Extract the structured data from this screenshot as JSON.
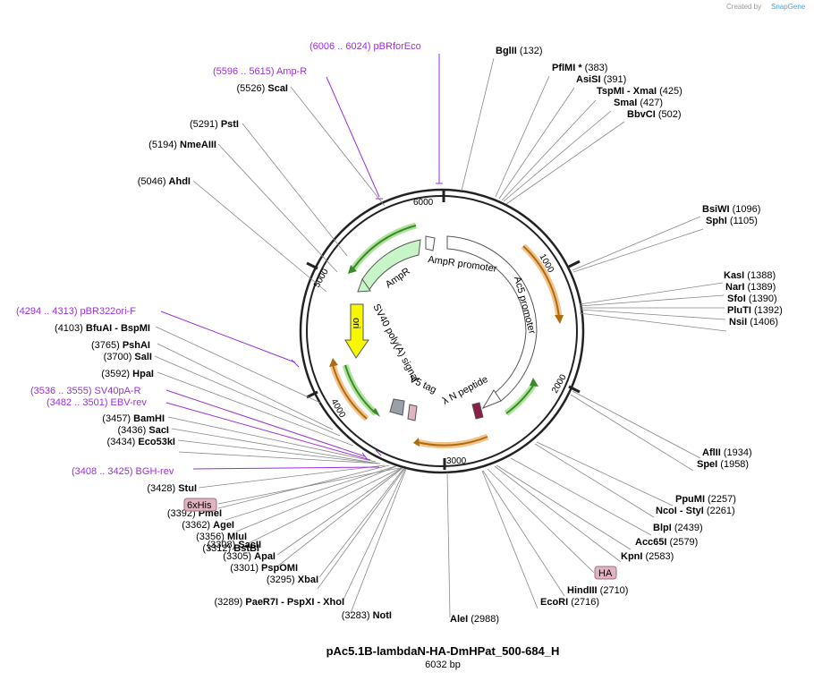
{
  "title": "pAc5.1B-lambdaN-HA-DmHPat_500-684_H",
  "length_label": "6032 bp",
  "credit": {
    "prefix": "Created by",
    "brand": "SnapGene"
  },
  "plasmid_bp": 6032,
  "ticks": [
    "1000",
    "2000",
    "3000",
    "4000",
    "5000",
    "6000"
  ],
  "enzymes": [
    {
      "name": "BglII",
      "pos": "(132)"
    },
    {
      "name": "PflMI *",
      "pos": "(383)"
    },
    {
      "name": "AsiSI",
      "pos": "(391)"
    },
    {
      "name": "TspMI - XmaI",
      "pos": "(425)"
    },
    {
      "name": "SmaI",
      "pos": "(427)"
    },
    {
      "name": "BbvCI",
      "pos": "(502)"
    },
    {
      "name": "BsiWI",
      "pos": "(1096)"
    },
    {
      "name": "SphI",
      "pos": "(1105)"
    },
    {
      "name": "KasI",
      "pos": "(1388)"
    },
    {
      "name": "NarI",
      "pos": "(1389)"
    },
    {
      "name": "SfoI",
      "pos": "(1390)"
    },
    {
      "name": "PluTI",
      "pos": "(1392)"
    },
    {
      "name": "NsiI",
      "pos": "(1406)"
    },
    {
      "name": "AflII",
      "pos": "(1934)"
    },
    {
      "name": "SpeI",
      "pos": "(1958)"
    },
    {
      "name": "PpuMI",
      "pos": "(2257)"
    },
    {
      "name": "NcoI - StyI",
      "pos": "(2261)"
    },
    {
      "name": "BlpI",
      "pos": "(2439)"
    },
    {
      "name": "Acc65I",
      "pos": "(2579)"
    },
    {
      "name": "KpnI",
      "pos": "(2583)"
    },
    {
      "name": "HindIII",
      "pos": "(2710)"
    },
    {
      "name": "EcoRI",
      "pos": "(2716)"
    },
    {
      "name": "AleI",
      "pos": "(2988)"
    },
    {
      "name": "NotI",
      "pos": "(3283)"
    },
    {
      "name": "PaeR7I - PspXI - XhoI",
      "pos": "(3289)"
    },
    {
      "name": "XbaI",
      "pos": "(3295)"
    },
    {
      "name": "PspOMI",
      "pos": "(3301)"
    },
    {
      "name": "ApaI",
      "pos": "(3305)"
    },
    {
      "name": "SacII",
      "pos": "(3308)"
    },
    {
      "name": "BstBI",
      "pos": "(3312)"
    },
    {
      "name": "MluI",
      "pos": "(3356)"
    },
    {
      "name": "AgeI",
      "pos": "(3362)"
    },
    {
      "name": "PmeI",
      "pos": "(3392)"
    },
    {
      "name": "StuI",
      "pos": "(3428)"
    },
    {
      "name": "Eco53kI",
      "pos": "(3434)"
    },
    {
      "name": "SacI",
      "pos": "(3436)"
    },
    {
      "name": "BamHI",
      "pos": "(3457)"
    },
    {
      "name": "HpaI",
      "pos": "(3592)"
    },
    {
      "name": "SalI",
      "pos": "(3700)"
    },
    {
      "name": "PshAI",
      "pos": "(3765)"
    },
    {
      "name": "BfuAI - BspMI",
      "pos": "(4103)"
    },
    {
      "name": "AhdI",
      "pos": "(5046)"
    },
    {
      "name": "NmeAIII",
      "pos": "(5194)"
    },
    {
      "name": "PstI",
      "pos": "(5291)"
    },
    {
      "name": "ScaI",
      "pos": "(5526)"
    }
  ],
  "primers": [
    {
      "label": "(6006 .. 6024)  pBRforEco"
    },
    {
      "label": "(5596 .. 5615)  Amp-R"
    },
    {
      "label": "(4294 .. 4313)  pBR322ori-F"
    },
    {
      "label": "(3536 .. 3555)  SV40pA-R"
    },
    {
      "label": "(3482 .. 3501)  EBV-rev"
    },
    {
      "label": "(3408 .. 3425)  BGH-rev"
    }
  ],
  "boxed_features": [
    "6xHis",
    "HA"
  ],
  "inner_features": [
    "AmpR promoter",
    "AmpR",
    "Ac5 promoter",
    "ori",
    "SV40 poly(A) signal",
    "V5 tag",
    "λ N peptide"
  ],
  "colors": {
    "primer": "#9b30d9",
    "amp": "#c8f5c8",
    "ori": "#f7f700",
    "orf_orange": "#e8a020",
    "orf_green": "#6cc04a",
    "tag_box": "#e0b4c0"
  }
}
